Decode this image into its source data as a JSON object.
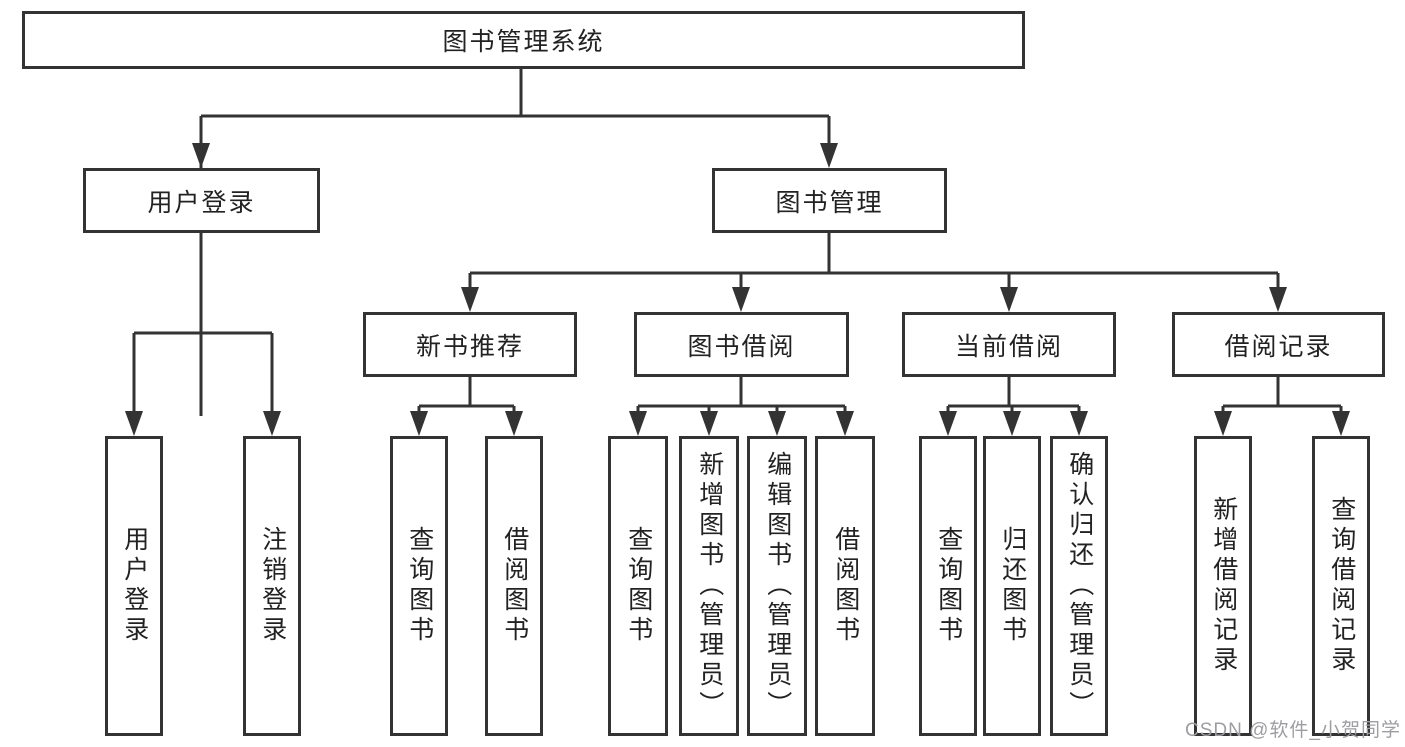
{
  "tree": {
    "root": {
      "label": "图书管理系统"
    },
    "level2": [
      {
        "label": "用户登录",
        "children": [
          {
            "label": "用户登录"
          },
          {
            "label": "注销登录"
          }
        ]
      },
      {
        "label": "图书管理",
        "children": [
          {
            "label": "新书推荐",
            "children": [
              {
                "label": "查询图书"
              },
              {
                "label": "借阅图书"
              }
            ]
          },
          {
            "label": "图书借阅",
            "children": [
              {
                "label": "查询图书"
              },
              {
                "label": "新增图书（管理员）"
              },
              {
                "label": "编辑图书（管理员）"
              },
              {
                "label": "借阅图书"
              }
            ]
          },
          {
            "label": "当前借阅",
            "children": [
              {
                "label": "查询图书"
              },
              {
                "label": "归还图书"
              },
              {
                "label": "确认归还（管理员）"
              }
            ]
          },
          {
            "label": "借阅记录",
            "children": [
              {
                "label": "新增借阅记录"
              },
              {
                "label": "查询借阅记录"
              }
            ]
          }
        ]
      }
    ]
  },
  "watermark": {
    "text": "CSDN @软件_小贺同学"
  },
  "colors": {
    "line": "#333333",
    "box_border": "#333333",
    "text": "#222222",
    "watermark": "#9e9ea2",
    "background": "#ffffff"
  }
}
